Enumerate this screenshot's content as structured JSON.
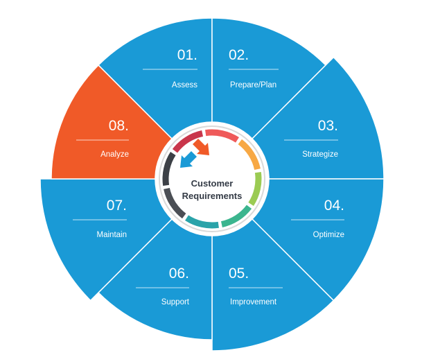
{
  "center": {
    "line1": "Customer",
    "line2": "Requirements"
  },
  "segments": [
    {
      "number": "01.",
      "label": "Assess",
      "color": "#1a9ad6",
      "highlighted": false
    },
    {
      "number": "02.",
      "label": "Prepare/Plan",
      "color": "#1a9ad6",
      "highlighted": false
    },
    {
      "number": "03.",
      "label": "Strategize",
      "color": "#1a9ad6",
      "highlighted": false
    },
    {
      "number": "04.",
      "label": "Optimize",
      "color": "#1a9ad6",
      "highlighted": false
    },
    {
      "number": "05.",
      "label": "Improvement",
      "color": "#1a9ad6",
      "highlighted": false
    },
    {
      "number": "06.",
      "label": "Support",
      "color": "#1a9ad6",
      "highlighted": false
    },
    {
      "number": "07.",
      "label": "Maintain",
      "color": "#1a9ad6",
      "highlighted": false
    },
    {
      "number": "08.",
      "label": "Analyze",
      "color": "#f05a28",
      "highlighted": true
    }
  ],
  "ring_colors": [
    "#ef5a5a",
    "#f7a844",
    "#9bcb53",
    "#3bb58e",
    "#2aa3a9",
    "#4b4f55",
    "#3c4046",
    "#c9364b"
  ],
  "arrow_colors": {
    "incoming": "#f05a28",
    "outgoing": "#1a9ad6"
  }
}
